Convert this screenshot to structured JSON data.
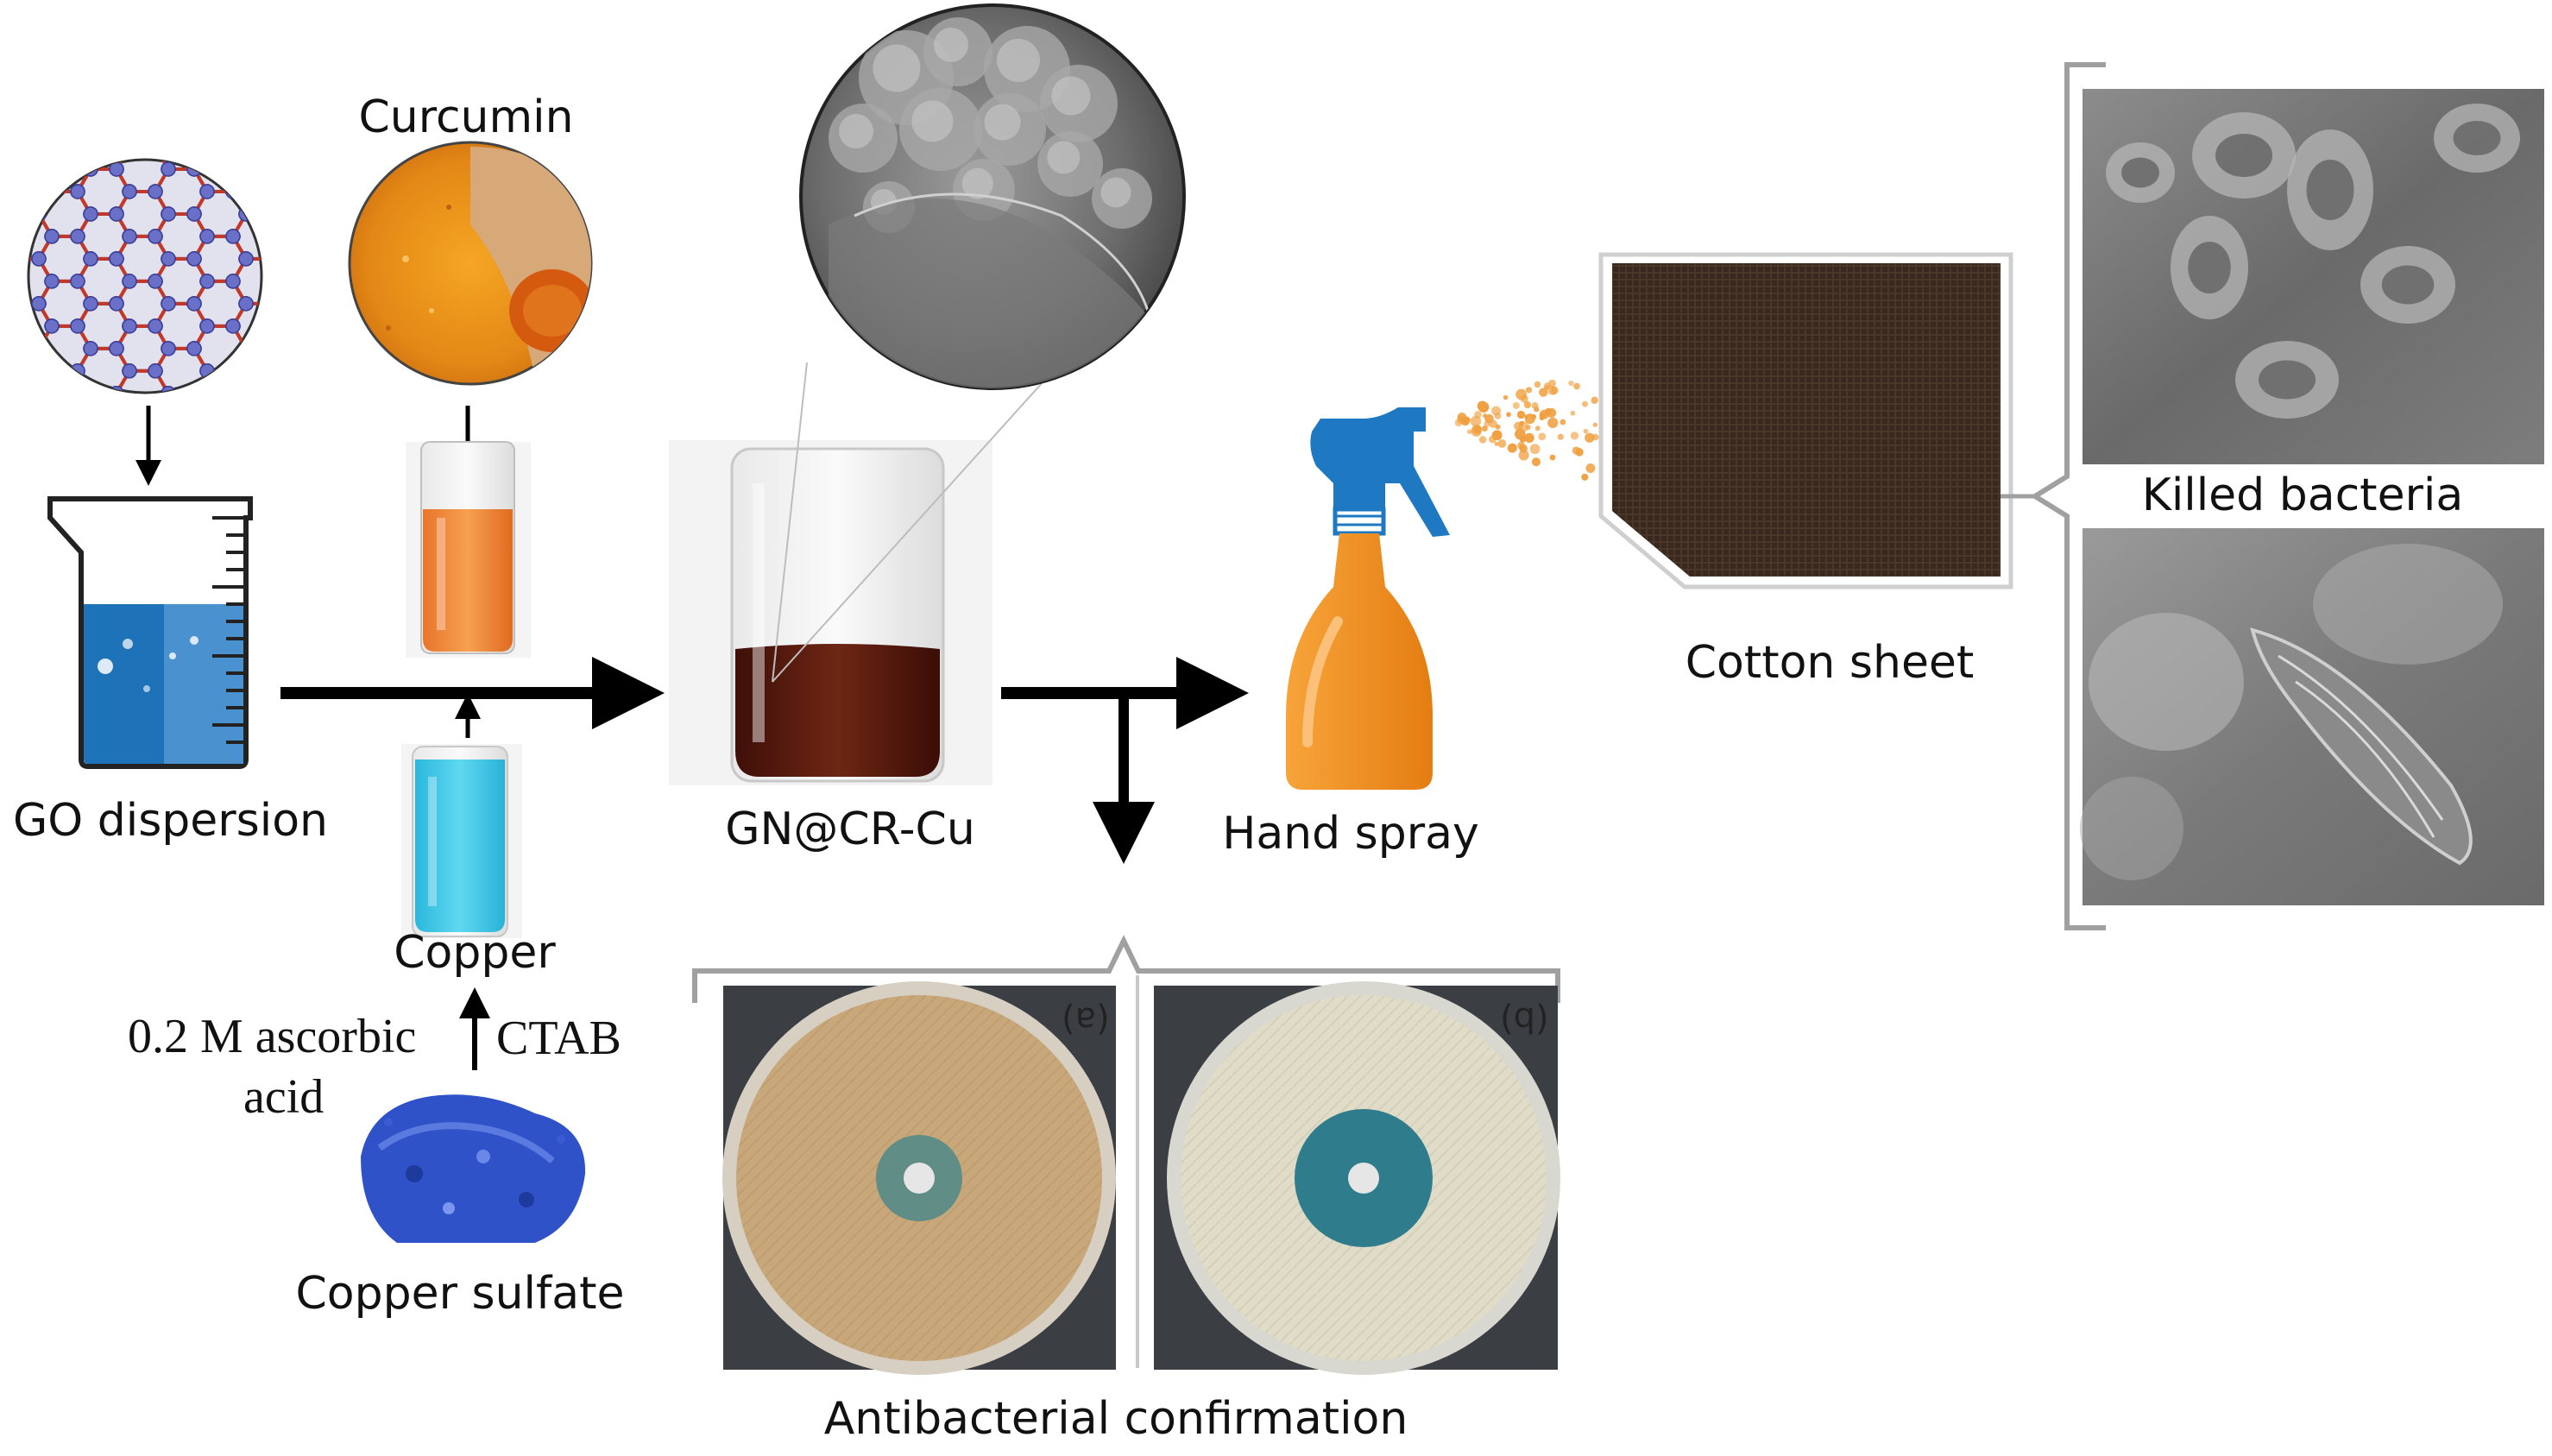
{
  "labels": {
    "go_dispersion": "GO dispersion",
    "curcumin": "Curcumin",
    "copper": "Copper",
    "copper_sulfate": "Copper sulfate",
    "ascorbic_line1": "0.2 M ascorbic",
    "ascorbic_line2": "acid",
    "ctab": "CTAB",
    "product": "GN@CR-Cu",
    "hand_spray": "Hand spray",
    "cotton_sheet": "Cotton sheet",
    "killed_bacteria": "Killed bacteria",
    "antibacterial": "Antibacterial confirmation",
    "plate_a_tag": "(a)",
    "plate_b_tag": "(b)"
  },
  "colors": {
    "arrow": "#000000",
    "water_blue": "#1e72b8",
    "curcumin_orange": "#e8861c",
    "copper_cyan": "#3fc9e6",
    "product_brown": "#5a1a10",
    "spray_orange": "#f0901e",
    "spray_blue": "#1e78c2",
    "cotton_brown": "#3a2a1e",
    "bracket_gray": "#a0a0a0"
  },
  "icons": [
    "graphene-lattice-icon",
    "beaker-icon",
    "spray-bottle-icon"
  ]
}
